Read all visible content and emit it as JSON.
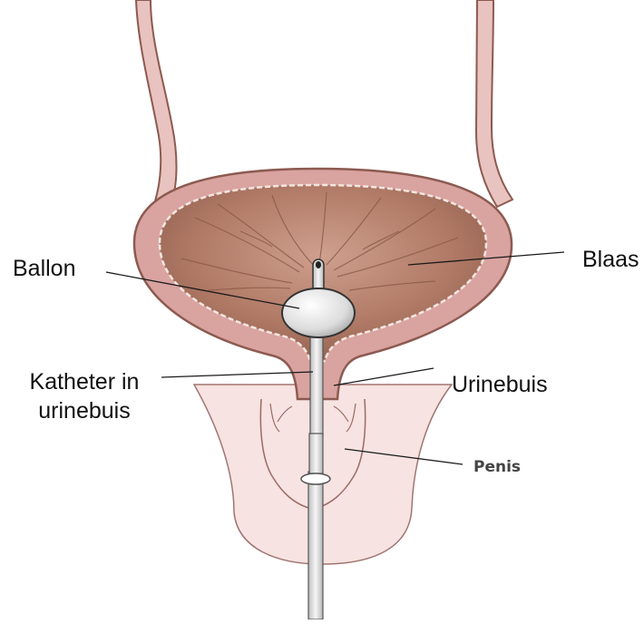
{
  "labels": {
    "blaas": "Blaas",
    "ballon": "Ballon",
    "katheter_line1": "Katheter in",
    "katheter_line2": "urinebuis",
    "urinebuis": "Urinebuis",
    "penis": "Penis"
  },
  "colors": {
    "bladder_wall": "#d9a3a0",
    "bladder_outline": "#8c5a50",
    "bladder_interior": "#b8836e",
    "lining_line": "#f3e6e0",
    "ureter_fill": "#e9c3bf",
    "penis_tissue": "#f7e3e1",
    "penis_outline": "#a07672",
    "catheter": "#e4e4e4",
    "catheter_outline": "#555555",
    "balloon": "#eeeeee",
    "leader_line": "#1a1a1a"
  }
}
